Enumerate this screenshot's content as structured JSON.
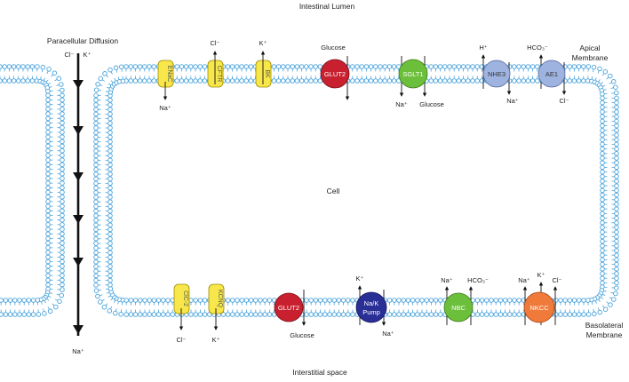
{
  "labels": {
    "lumen": "Intestinal Lumen",
    "interstitial": "Interstitial space",
    "cell": "Cell",
    "paracellular": "Paracellular Diffusion",
    "apical_line1": "Apical",
    "apical_line2": "Membrane",
    "basolateral_line1": "Basolateral",
    "basolateral_line2": "Membrane"
  },
  "paracellular_ions": {
    "cl": "Cl⁻",
    "k": "K⁺",
    "na": "Na⁺"
  },
  "apical": {
    "enac": {
      "name": "ENaC",
      "ion": "Na⁺"
    },
    "cftr": {
      "name": "CFTR",
      "ion": "Cl⁻"
    },
    "bk": {
      "name": "BK",
      "ion": "K⁺"
    },
    "glut2": {
      "name": "GLUT2",
      "ion": "Glucose"
    },
    "sglt1": {
      "name": "SGLT1",
      "ion_a": "Na⁺",
      "ion_b": "Glucose"
    },
    "nhe3": {
      "name": "NHE3",
      "ion_a": "H⁺",
      "ion_b": "Na⁺"
    },
    "ae1": {
      "name": "AE1",
      "ion_a": "HCO₃⁻",
      "ion_b": "Cl⁻"
    }
  },
  "basolateral": {
    "clc2": {
      "name": "ClC-2",
      "ion": "Cl⁻"
    },
    "kcnq": {
      "name": "KCNQ",
      "ion": "K⁺"
    },
    "glut2": {
      "name": "GLUT2",
      "ion": "Glucose"
    },
    "pump": {
      "name_a": "Na/K",
      "name_b": "Pump",
      "ion_a": "K⁺",
      "ion_b": "Na⁺"
    },
    "nbc": {
      "name": "NBC",
      "ion_a": "Na⁺",
      "ion_b": "HCO₃⁻"
    },
    "nkcc": {
      "name": "NKCC",
      "ion_a": "Na⁺",
      "ion_b": "K⁺",
      "ion_c": "Cl⁻"
    }
  },
  "colors": {
    "membrane": "#4aa3dc",
    "channel": "#f7e74a",
    "glut2": "#c8202f",
    "sglt1": "#6cbf3a",
    "nhe3": "#9fb3e0",
    "ae1": "#9fb3e0",
    "pump": "#2a2f96",
    "nbc": "#6cbf3a",
    "nkcc": "#f07a3a"
  }
}
